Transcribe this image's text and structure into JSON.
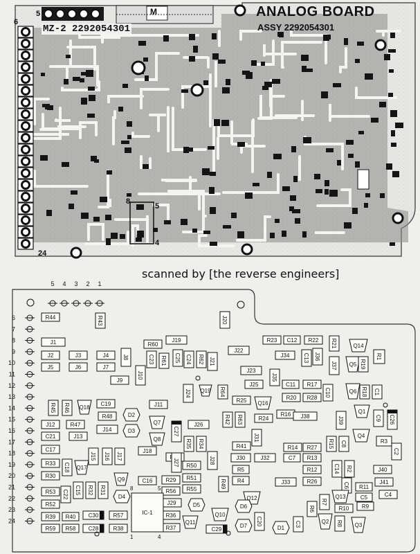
{
  "top_board": {
    "title": "ANALOG BOARD",
    "assy": "ASSY 2292054301",
    "silk_part": "MZ-2 2292054301",
    "connector_label": "M",
    "pin_labels": [
      "5",
      "6",
      "8",
      "5",
      "4",
      "24"
    ]
  },
  "credit": "scanned by [the reverse engineers]",
  "bottom_board": {
    "header_pins": [
      "5",
      "4",
      "3",
      "2",
      "1"
    ],
    "side_pins": [
      "6",
      "7",
      "8",
      "9",
      "10",
      "11",
      "12",
      "13",
      "14",
      "15",
      "16",
      "17",
      "18",
      "19",
      "20",
      "21",
      "22",
      "23",
      "24"
    ],
    "ic_label": "IC-1",
    "ic_pins": [
      "8",
      "5",
      "1",
      "4"
    ],
    "components": [
      {
        "label": "R44"
      },
      {
        "label": "R43"
      },
      {
        "label": "J20"
      },
      {
        "label": "J1"
      },
      {
        "label": "J19"
      },
      {
        "label": "R60"
      },
      {
        "label": "R23"
      },
      {
        "label": "C12"
      },
      {
        "label": "R22"
      },
      {
        "label": "R21"
      },
      {
        "label": "Q14"
      },
      {
        "label": "J2"
      },
      {
        "label": "J3"
      },
      {
        "label": "J4"
      },
      {
        "label": "J8"
      },
      {
        "label": "C23"
      },
      {
        "label": "R61"
      },
      {
        "label": "C25"
      },
      {
        "label": "C24"
      },
      {
        "label": "R62"
      },
      {
        "label": "J21"
      },
      {
        "label": "J22"
      },
      {
        "label": "J34"
      },
      {
        "label": "C13"
      },
      {
        "label": "J36"
      },
      {
        "label": "J37"
      },
      {
        "label": "Q5"
      },
      {
        "label": "R19"
      },
      {
        "label": "R1"
      },
      {
        "label": "J5"
      },
      {
        "label": "J6"
      },
      {
        "label": "J7"
      },
      {
        "label": "J10"
      },
      {
        "label": "J23"
      },
      {
        "label": "J35"
      },
      {
        "label": "J9"
      },
      {
        "label": "Q19"
      },
      {
        "label": "R64"
      },
      {
        "label": "J24"
      },
      {
        "label": "J25"
      },
      {
        "label": "C11"
      },
      {
        "label": "R17"
      },
      {
        "label": "C10"
      },
      {
        "label": "Q6"
      },
      {
        "label": "R18"
      },
      {
        "label": "C1"
      },
      {
        "label": "R45"
      },
      {
        "label": "R46"
      },
      {
        "label": "Q18"
      },
      {
        "label": "C19"
      },
      {
        "label": "J11"
      },
      {
        "label": "R25"
      },
      {
        "label": "Q16"
      },
      {
        "label": "R20"
      },
      {
        "label": "R28"
      },
      {
        "label": "Q1"
      },
      {
        "label": "R48"
      },
      {
        "label": "D2"
      },
      {
        "label": "Q7"
      },
      {
        "label": "R16"
      },
      {
        "label": "R42"
      },
      {
        "label": "R63"
      },
      {
        "label": "R24"
      },
      {
        "label": "J38"
      },
      {
        "label": "J39"
      },
      {
        "label": "C9"
      },
      {
        "label": "C26"
      },
      {
        "label": "J12"
      },
      {
        "label": "R47"
      },
      {
        "label": "J14"
      },
      {
        "label": "D3"
      },
      {
        "label": "J26"
      },
      {
        "label": "C27"
      },
      {
        "label": "J31"
      },
      {
        "label": "Q4"
      },
      {
        "label": "C21"
      },
      {
        "label": "J13"
      },
      {
        "label": "Q8"
      },
      {
        "label": "R35"
      },
      {
        "label": "R34"
      },
      {
        "label": "R41"
      },
      {
        "label": "R14"
      },
      {
        "label": "R27"
      },
      {
        "label": "R15"
      },
      {
        "label": "C8"
      },
      {
        "label": "R3"
      },
      {
        "label": "C2"
      },
      {
        "label": "C17"
      },
      {
        "label": "J15"
      },
      {
        "label": "J16"
      },
      {
        "label": "J17"
      },
      {
        "label": "J18"
      },
      {
        "label": "R54"
      },
      {
        "label": "J27"
      },
      {
        "label": "J28"
      },
      {
        "label": "J30"
      },
      {
        "label": "J32"
      },
      {
        "label": "C7"
      },
      {
        "label": "R13"
      },
      {
        "label": "R33"
      },
      {
        "label": "C18"
      },
      {
        "label": "Q17"
      },
      {
        "label": "R50"
      },
      {
        "label": "R5"
      },
      {
        "label": "R12"
      },
      {
        "label": "C14"
      },
      {
        "label": "R2"
      },
      {
        "label": "J40"
      },
      {
        "label": "R30"
      },
      {
        "label": "Q9"
      },
      {
        "label": "C16"
      },
      {
        "label": "R29"
      },
      {
        "label": "R51"
      },
      {
        "label": "R49"
      },
      {
        "label": "R4"
      },
      {
        "label": "R26"
      },
      {
        "label": "C6"
      },
      {
        "label": "J41"
      },
      {
        "label": "C15"
      },
      {
        "label": "R32"
      },
      {
        "label": "R31"
      },
      {
        "label": "R56"
      },
      {
        "label": "R55"
      },
      {
        "label": "J33"
      },
      {
        "label": "R11"
      },
      {
        "label": "Q13"
      },
      {
        "label": "R53"
      },
      {
        "label": "C22"
      },
      {
        "label": "D4"
      },
      {
        "label": "Q12"
      },
      {
        "label": "R7"
      },
      {
        "label": "C5"
      },
      {
        "label": "C4"
      },
      {
        "label": "R52"
      },
      {
        "label": "J29"
      },
      {
        "label": "D5"
      },
      {
        "label": "D6"
      },
      {
        "label": "R6"
      },
      {
        "label": "R39"
      },
      {
        "label": "R40"
      },
      {
        "label": "C30"
      },
      {
        "label": "R57"
      },
      {
        "label": "R36"
      },
      {
        "label": "Q10"
      },
      {
        "label": "R10"
      },
      {
        "label": "R9"
      },
      {
        "label": "Q11"
      },
      {
        "label": "C20"
      },
      {
        "label": "C3"
      },
      {
        "label": "R8"
      },
      {
        "label": "Q2"
      },
      {
        "label": "R59"
      },
      {
        "label": "R58"
      },
      {
        "label": "C28"
      },
      {
        "label": "R38"
      },
      {
        "label": "R37"
      },
      {
        "label": "C29"
      },
      {
        "label": "D7"
      },
      {
        "label": "D1"
      },
      {
        "label": "Q3"
      }
    ]
  }
}
